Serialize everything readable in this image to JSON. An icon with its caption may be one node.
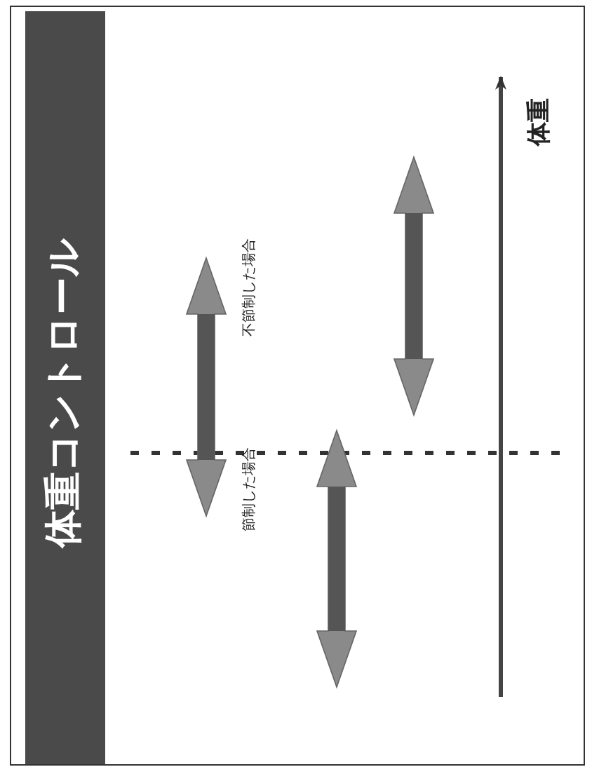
{
  "diagram": {
    "title": "体重コントロール",
    "labels": [
      "不節制した場合",
      "節制した場合",
      "体重"
    ]
  }
}
